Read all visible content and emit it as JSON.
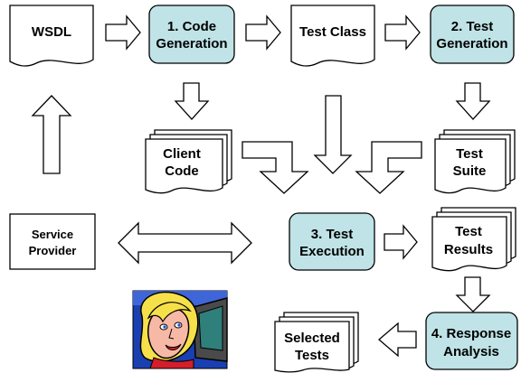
{
  "nodes": {
    "wsdl": {
      "lines": [
        "WSDL"
      ]
    },
    "code_generation": {
      "lines": [
        "1. Code",
        "Generation"
      ]
    },
    "test_class": {
      "lines": [
        "Test Class"
      ]
    },
    "test_generation": {
      "lines": [
        "2. Test",
        "Generation"
      ]
    },
    "client_code": {
      "lines": [
        "Client",
        "Code"
      ]
    },
    "test_suite": {
      "lines": [
        "Test",
        "Suite"
      ]
    },
    "service_provider": {
      "lines": [
        "Service",
        "Provider"
      ]
    },
    "test_execution": {
      "lines": [
        "3. Test",
        "Execution"
      ]
    },
    "test_results": {
      "lines": [
        "Test",
        "Results"
      ]
    },
    "selected_tests": {
      "lines": [
        "Selected",
        "Tests"
      ]
    },
    "response_analysis": {
      "lines": [
        "4. Response",
        "Analysis"
      ]
    }
  },
  "colors": {
    "process_fill": "#bfe3e6",
    "outline": "#000000",
    "document_fill": "#ffffff"
  },
  "icons": {
    "user": "woman-at-computer-icon"
  }
}
